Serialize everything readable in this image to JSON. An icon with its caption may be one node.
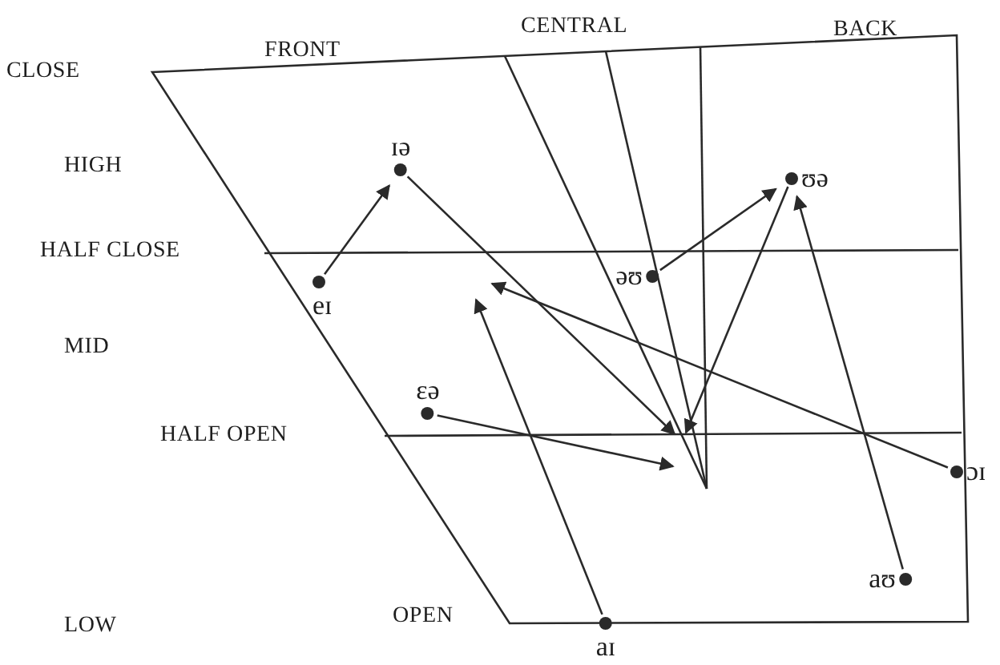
{
  "diagram": {
    "nodes": [
      {
        "text": [
          "eɪ"
        ]
      },
      {
        "text": [
          "ɪə"
        ]
      },
      {
        "text": [
          "ʊə"
        ]
      },
      {
        "text": [
          "əʊ"
        ]
      },
      {
        "text": [
          "ɛə"
        ]
      },
      {
        "text": [
          "ɔɪ"
        ]
      },
      {
        "text": [
          "aʊ"
        ]
      },
      {
        "text": [
          "aɪ"
        ]
      }
    ],
    "edges": [
      {
        "from": 0,
        "to": 1,
        "arrow": "to"
      },
      {
        "from": 1,
        "to": null,
        "arrow": "to"
      },
      {
        "from": 2,
        "to": null,
        "arrow": "to"
      },
      {
        "from": 3,
        "to": 2,
        "arrow": "to"
      },
      {
        "from": 4,
        "to": null,
        "arrow": "to"
      },
      {
        "from": 5,
        "to": null,
        "arrow": "to"
      },
      {
        "from": 6,
        "to": 2,
        "arrow": "to"
      },
      {
        "from": 7,
        "to": null,
        "arrow": "to"
      }
    ],
    "labels": [
      "CLOSE",
      "FRONT",
      "CENTRAL",
      "BACK",
      "HIGH",
      "HALF CLOSE",
      "MID",
      "HALF OPEN",
      "LOW",
      "OPEN"
    ]
  }
}
